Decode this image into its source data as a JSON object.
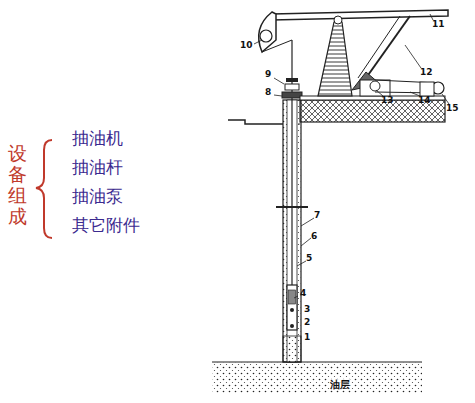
{
  "diagram": {
    "labels": [
      "设备组成",
      "抽油机",
      "抽油杆",
      "抽油泵",
      "其它附件",
      "10",
      "11",
      "12",
      "9",
      "8",
      "13",
      "14",
      "15",
      "7",
      "6",
      "5",
      "4",
      "3",
      "2",
      "1",
      "油层"
    ]
  }
}
